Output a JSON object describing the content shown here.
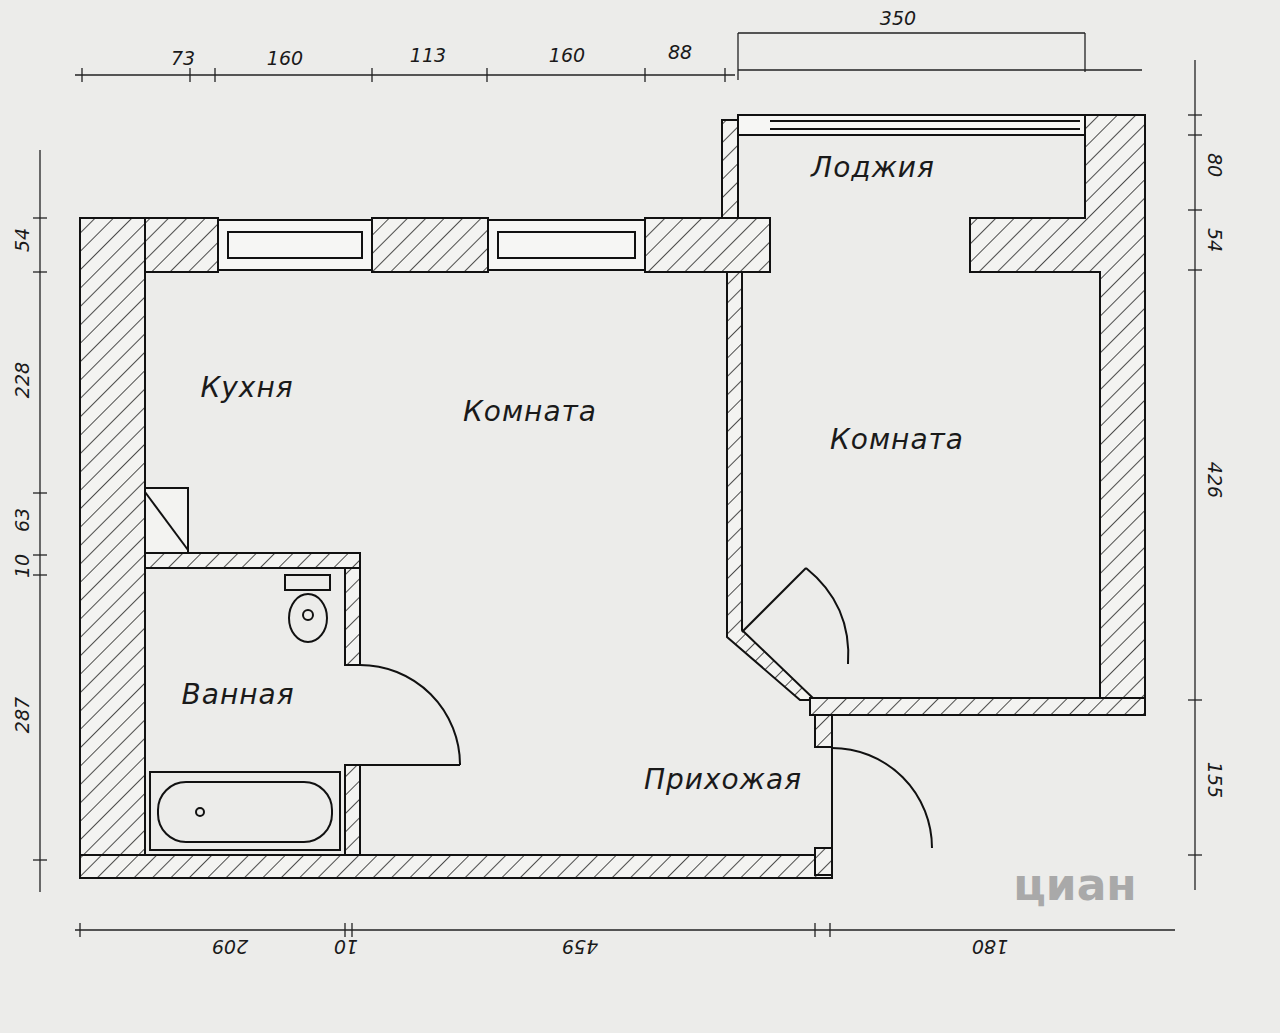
{
  "diagram": {
    "labels": [
      "73",
      "160",
      "113",
      "160",
      "88",
      "350",
      "54",
      "228",
      "10",
      "63",
      "287",
      "80",
      "54",
      "426",
      "155",
      "209",
      "10",
      "459",
      "180",
      "Лоджия",
      "Кухня",
      "Комната",
      "Комната",
      "Ванная",
      "Прихожая",
      "циан"
    ]
  }
}
